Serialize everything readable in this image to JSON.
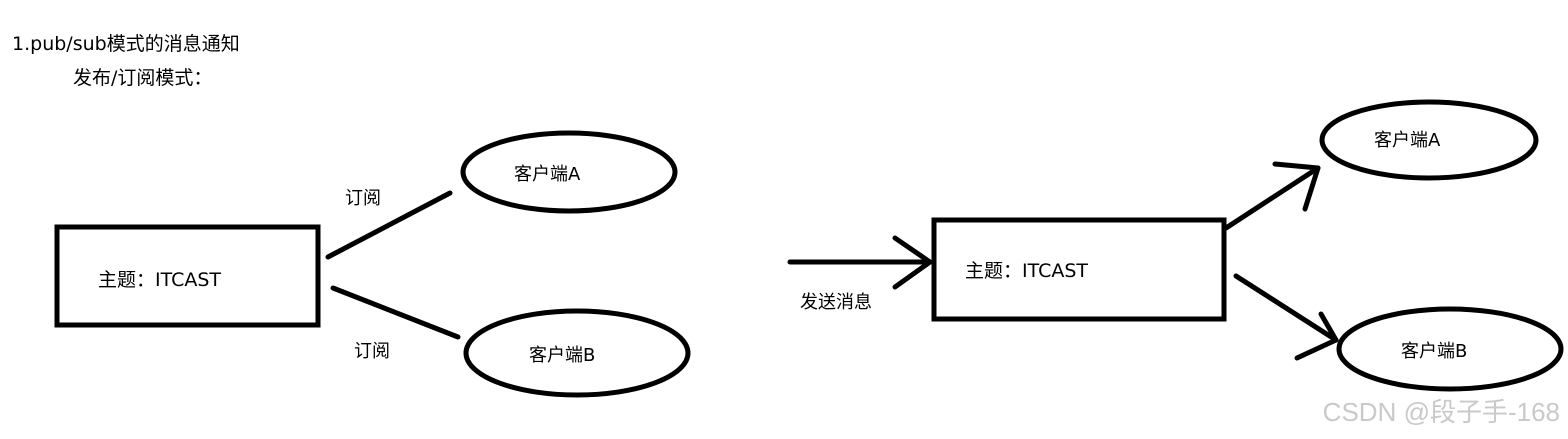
{
  "heading": {
    "title": "1.pub/sub模式的消息通知",
    "subtitle": "发布/订阅模式："
  },
  "left_diagram": {
    "topic_label": "主题：ITCAST",
    "client_a_label": "客户端A",
    "client_b_label": "客户端B",
    "subscribe_a_label": "订阅",
    "subscribe_b_label": "订阅"
  },
  "right_diagram": {
    "send_label": "发送消息",
    "topic_label": "主题：ITCAST",
    "client_a_label": "客户端A",
    "client_b_label": "客户端B"
  },
  "watermark": "CSDN @段子手-168",
  "colors": {
    "stroke": "#000000",
    "text": "#000000",
    "watermark": "#c9c9c9",
    "background": "#ffffff"
  }
}
